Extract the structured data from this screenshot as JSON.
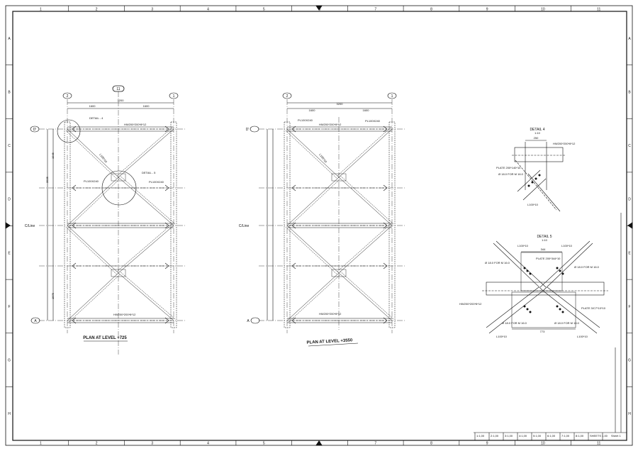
{
  "border": {
    "columns": [
      "1",
      "2",
      "3",
      "4",
      "5",
      "6",
      "7",
      "8",
      "9",
      "10",
      "11"
    ],
    "rows": [
      "A",
      "B",
      "C",
      "D",
      "E",
      "F",
      "G",
      "H"
    ]
  },
  "plan1": {
    "title": "PLAN AT LEVEL +725",
    "grid_left": "2",
    "grid_right": "1",
    "grid_center": "11",
    "row_top": "D'",
    "row_mid": "C/Line",
    "row_bottom": "A",
    "dim_total": "3200",
    "dim_left": "1600",
    "dim_right": "1600",
    "detail4_callout": "DETAIL - 4",
    "detail5_callout": "DETAIL - 5",
    "beam_label": "HW200*200*8*12",
    "plate_label": "PL100X240",
    "angle_label": "L100*10",
    "dim_v1": "1945",
    "dim_v2": "3925",
    "dim_v3": "1575"
  },
  "plan2": {
    "title": "PLAN AT LEVEL +3550",
    "grid_left": "2",
    "grid_right": "1",
    "row_top": "D'",
    "row_mid": "C/Line",
    "row_bottom": "A",
    "dim_total": "3200",
    "dim_left": "1600",
    "dim_right": "1600",
    "beam_label": "HW200*200*8*12",
    "plate_label": "PL100X240",
    "angle_label": "L100*10"
  },
  "detail4": {
    "title": "DETAIL 4",
    "scale": "1:10",
    "dim_top": "250",
    "beam_label": "HW200*200*8*12",
    "plate_label": "PLATE 200*140*10",
    "bolt_label": "Ø 18.0 FOR M 16.0",
    "angle_label": "L100*10"
  },
  "detail5": {
    "title": "DETAIL 5",
    "scale": "1:10",
    "dim_top": "344",
    "dim_bottom": "773",
    "angle_label": "L100*10",
    "plate_top": "PLATE 200*344*10",
    "plate_bottom": "PLATE 3/C7*10*10",
    "bolt_label": "Ø 18.0 FOR M 16.0",
    "beam_label": "HW200*200*8*12"
  },
  "title_block": {
    "cells": [
      "1:1,00",
      "2:1,00",
      "3:1,00",
      "4:1,00",
      "5:1,00",
      "6:1,00",
      "7:1,00",
      "8:1,00",
      "SHEETS 1,00"
    ],
    "sheet": "Sheet 1"
  }
}
